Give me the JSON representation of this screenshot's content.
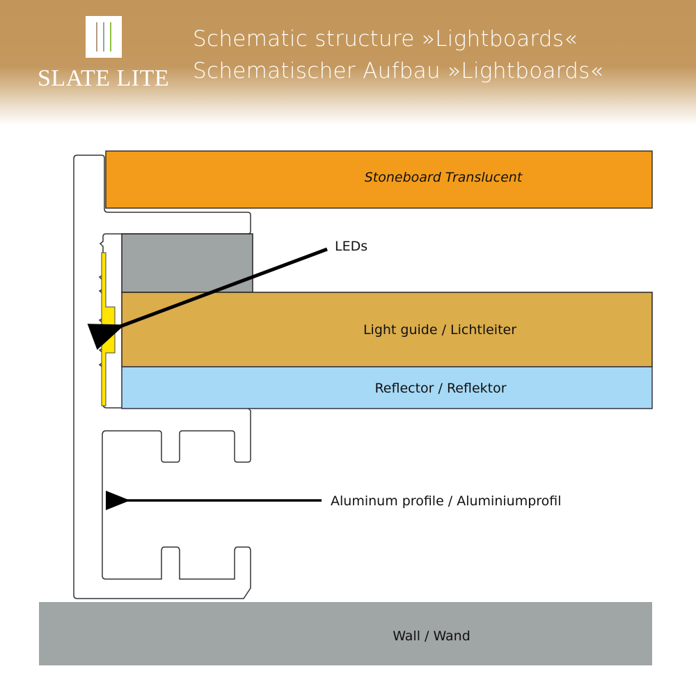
{
  "header": {
    "brand": "SLATE LITE",
    "logo_bar_colors": [
      "#b49a83",
      "#93a4aa",
      "#8fc041"
    ],
    "title_en": "Schematic structure »Lightboards«",
    "title_de": "Schematischer Aufbau »Lightboards«",
    "background_color": "#c2965a"
  },
  "diagram": {
    "layers": [
      {
        "id": "stoneboard",
        "label": "Stoneboard Translucent",
        "color": "#f39c1b"
      },
      {
        "id": "spacer",
        "label": "",
        "color": "#9fa4a5"
      },
      {
        "id": "light-guide",
        "label": "Light guide / Lichtleiter",
        "color": "#dbad4b"
      },
      {
        "id": "reflector",
        "label": "Reflector / Reflektor",
        "color": "#a6d9f6"
      },
      {
        "id": "wall",
        "label": "Wall / Wand",
        "color": "#a0a5a5"
      }
    ],
    "led_strip_color": "#ffe500",
    "callouts": {
      "leds": "LEDs",
      "profile": "Aluminum profile / Aluminiumprofil"
    }
  }
}
